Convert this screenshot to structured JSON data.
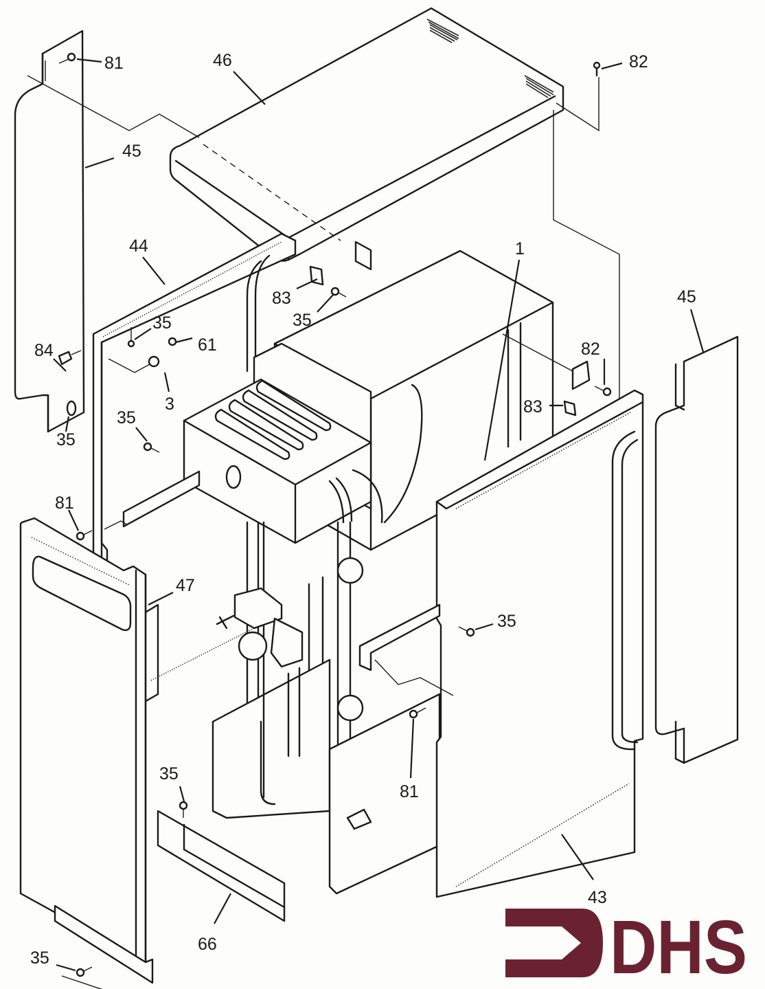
{
  "diagram": {
    "title": "Boiler casing exploded parts view",
    "callouts": [
      {
        "id": "c81a",
        "label": "81",
        "part": "screw"
      },
      {
        "id": "c46",
        "label": "46",
        "part": "top panel"
      },
      {
        "id": "c82a",
        "label": "82",
        "part": "clip"
      },
      {
        "id": "c45a",
        "label": "45",
        "part": "side infill panel (left)"
      },
      {
        "id": "c44",
        "label": "44",
        "part": "rear/left side panel"
      },
      {
        "id": "c83a",
        "label": "83",
        "part": "bracket clip"
      },
      {
        "id": "c35a",
        "label": "35",
        "part": "screw"
      },
      {
        "id": "c1",
        "label": "1",
        "part": "boiler chassis"
      },
      {
        "id": "c45b",
        "label": "45",
        "part": "side infill panel (right)"
      },
      {
        "id": "c35b",
        "label": "35",
        "part": "screw"
      },
      {
        "id": "c61",
        "label": "61",
        "part": "nut"
      },
      {
        "id": "c84",
        "label": "84",
        "part": "stud"
      },
      {
        "id": "c3",
        "label": "3",
        "part": "P-clip"
      },
      {
        "id": "c35c",
        "label": "35",
        "part": "screw"
      },
      {
        "id": "c83b",
        "label": "83",
        "part": "bracket clip"
      },
      {
        "id": "c82b",
        "label": "82",
        "part": "clip"
      },
      {
        "id": "c35d",
        "label": "35",
        "part": "screw"
      },
      {
        "id": "c81b",
        "label": "81",
        "part": "screw"
      },
      {
        "id": "c47",
        "label": "47",
        "part": "front door panel"
      },
      {
        "id": "c35e",
        "label": "35",
        "part": "screw"
      },
      {
        "id": "c81c",
        "label": "81",
        "part": "screw"
      },
      {
        "id": "c35f",
        "label": "35",
        "part": "screw"
      },
      {
        "id": "c43",
        "label": "43",
        "part": "right side panel"
      },
      {
        "id": "c66",
        "label": "66",
        "part": "base bracket"
      },
      {
        "id": "c35g",
        "label": "35",
        "part": "screw"
      }
    ]
  },
  "logo": {
    "text": "DHS",
    "color": "#6b2230"
  }
}
